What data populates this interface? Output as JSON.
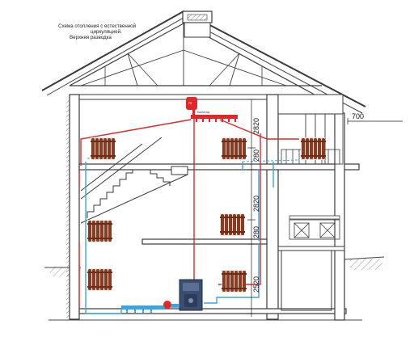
{
  "title": {
    "line1": "Схема отопления с естественной",
    "line2": "циркуляцией.",
    "line3": "Верхняя разводка"
  },
  "labels": {
    "collector": "Коллектор",
    "tank": "РБ"
  },
  "dimensions": {
    "roof_overhang": "700",
    "upper_floor_height": "2820",
    "upper_slab": "280",
    "middle_floor_height": "2820",
    "middle_slab": "280",
    "ground_floor_height": "2520"
  },
  "colors": {
    "supply": "#e0282a",
    "return": "#3aa6dc",
    "radiator": "#8a3b22",
    "structure": "#3a3a3a"
  },
  "icons": {
    "radiator": "radiator-icon",
    "boiler": "boiler-icon",
    "tank": "expansion-tank-icon"
  }
}
